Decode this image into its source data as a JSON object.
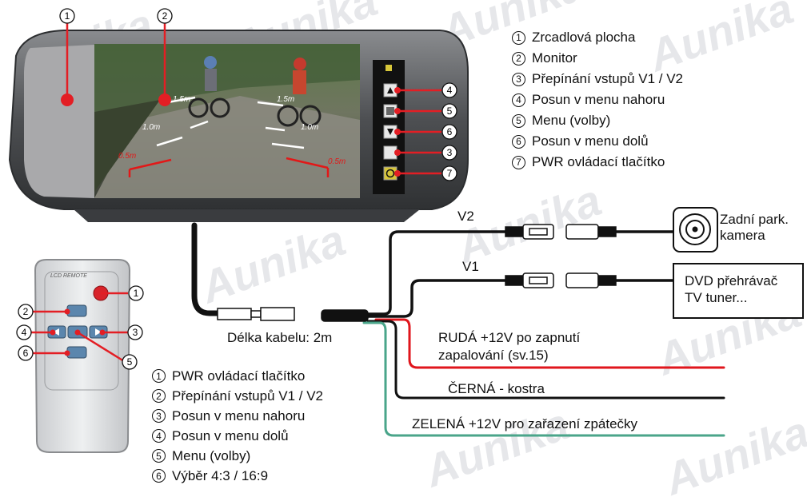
{
  "mirror_callouts": [
    "1",
    "2",
    "3",
    "4",
    "5",
    "6",
    "7"
  ],
  "mirror_legend": [
    {
      "num": "1",
      "text": "Zrcadlová plocha"
    },
    {
      "num": "2",
      "text": "Monitor"
    },
    {
      "num": "3",
      "text": "Přepínání vstupů V1 / V2"
    },
    {
      "num": "4",
      "text": "Posun v menu nahoru"
    },
    {
      "num": "5",
      "text": "Menu (volby)"
    },
    {
      "num": "6",
      "text": "Posun v menu dolů"
    },
    {
      "num": "7",
      "text": "PWR ovládací tlačítko"
    }
  ],
  "remote": {
    "title": "LCD REMOTE",
    "callouts": [
      "1",
      "2",
      "3",
      "4",
      "5",
      "6"
    ],
    "legend": [
      {
        "num": "1",
        "text": "PWR ovládací tlačítko"
      },
      {
        "num": "2",
        "text": "Přepínání vstupů V1 / V2"
      },
      {
        "num": "3",
        "text": "Posun v menu nahoru"
      },
      {
        "num": "4",
        "text": "Posun v menu dolů"
      },
      {
        "num": "5",
        "text": "Menu (volby)"
      },
      {
        "num": "6",
        "text": "Výběr 4:3 / 16:9"
      }
    ]
  },
  "screen_distances": [
    "1.5m",
    "1.5m",
    "1.0m",
    "1.0m",
    "0.5m",
    "0.5m"
  ],
  "wiring": {
    "v2_label": "V2",
    "v1_label": "V1",
    "camera_label": "Zadní park. kamera",
    "dvd_label_line1": "DVD přehrávač",
    "dvd_label_line2": "TV tuner...",
    "cable_length": "Délka kabelu: 2m",
    "red_wire_line1": "RUDÁ +12V po zapnutí",
    "red_wire_line2": "zapalování (sv.15)",
    "black_wire": "ČERNÁ - kostra",
    "green_wire": "ZELENÁ +12V pro zařazení zpátečky"
  },
  "watermark": "Aunika",
  "colors": {
    "red_wire": "#e0161c",
    "green_wire": "#4aa58a",
    "callout_red": "#e31e24",
    "mirror_body": "#56585b",
    "screen_bg": "#4a5a40"
  }
}
